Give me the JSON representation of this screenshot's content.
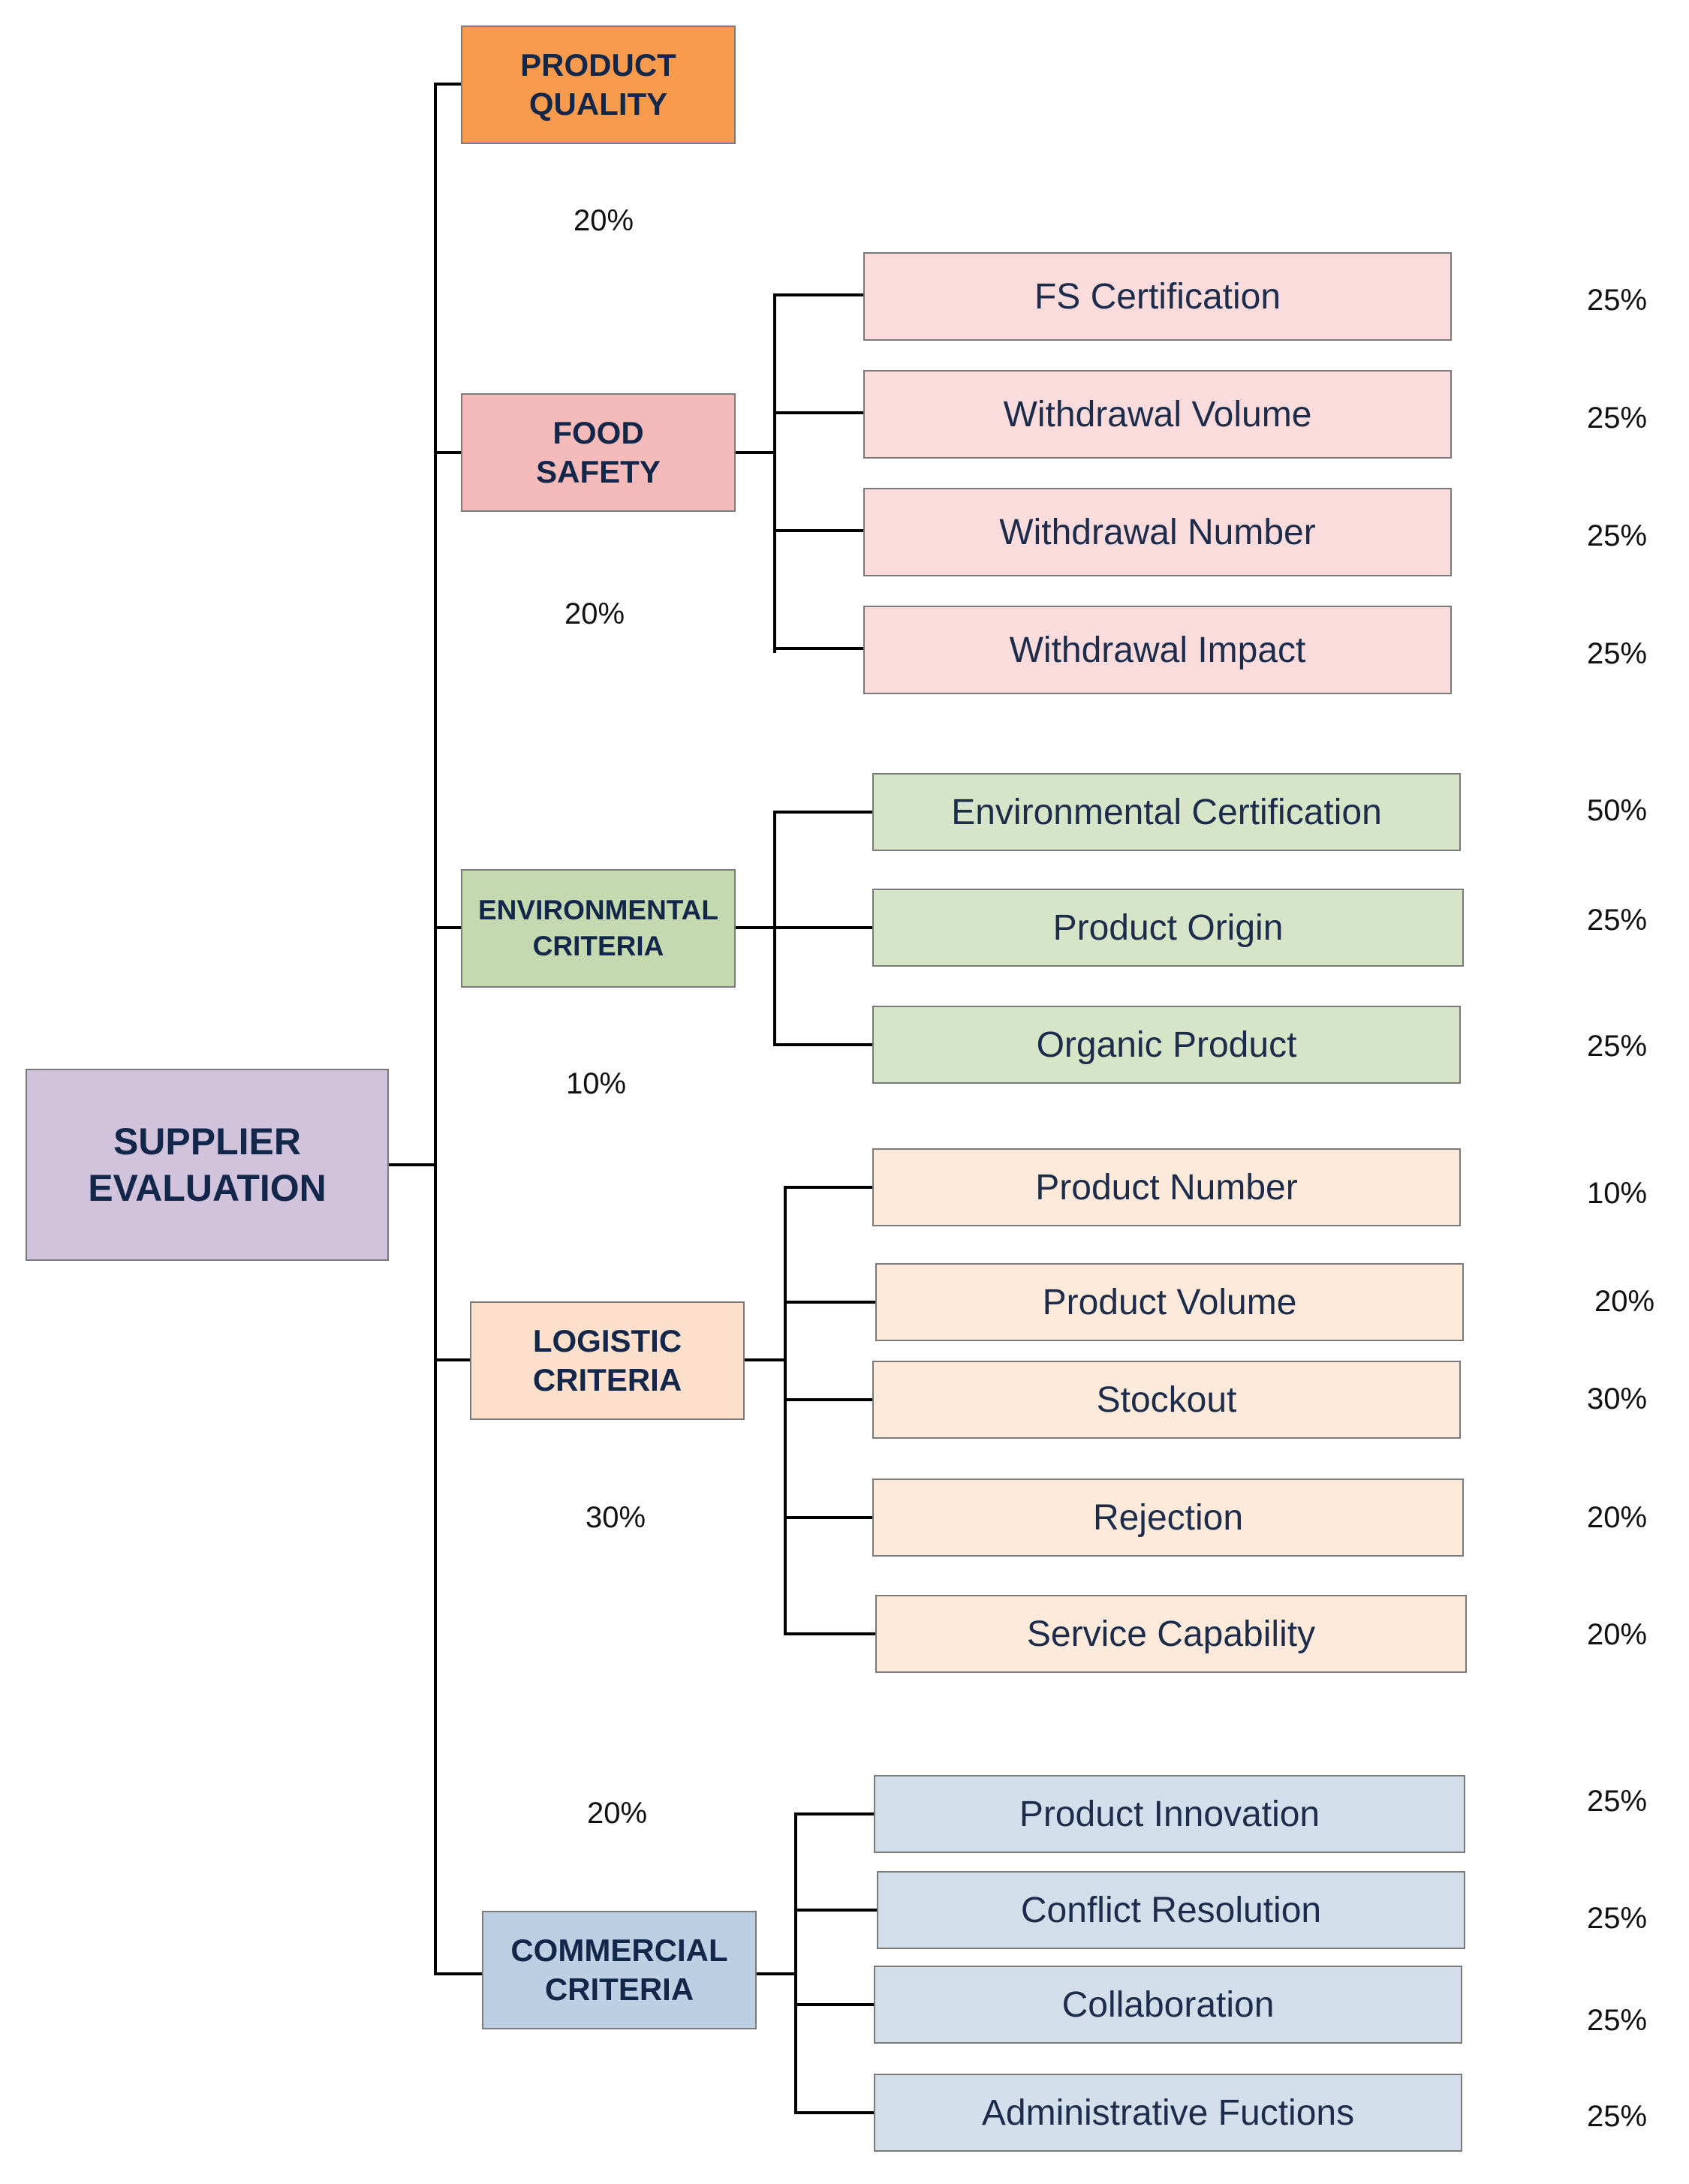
{
  "root": {
    "label": "SUPPLIER\nEVALUATION"
  },
  "criteria": [
    {
      "label": "PRODUCT\nQUALITY",
      "weight": "20%",
      "subcriteria": []
    },
    {
      "label": "FOOD\nSAFETY",
      "weight": "20%",
      "subcriteria": [
        {
          "label": "FS Certification",
          "weight": "25%"
        },
        {
          "label": "Withdrawal Volume",
          "weight": "25%"
        },
        {
          "label": "Withdrawal Number",
          "weight": "25%"
        },
        {
          "label": "Withdrawal Impact",
          "weight": "25%"
        }
      ]
    },
    {
      "label": "ENVIRONMENTAL\nCRITERIA",
      "weight": "10%",
      "subcriteria": [
        {
          "label": "Environmental Certification",
          "weight": "50%"
        },
        {
          "label": "Product Origin",
          "weight": "25%"
        },
        {
          "label": "Organic Product",
          "weight": "25%"
        }
      ]
    },
    {
      "label": "LOGISTIC\nCRITERIA",
      "weight": "30%",
      "subcriteria": [
        {
          "label": "Product Number",
          "weight": "10%"
        },
        {
          "label": "Product Volume",
          "weight": "20%"
        },
        {
          "label": "Stockout",
          "weight": "30%"
        },
        {
          "label": "Rejection",
          "weight": "20%"
        },
        {
          "label": "Service Capability",
          "weight": "20%"
        }
      ]
    },
    {
      "label": "COMMERCIAL\nCRITERIA",
      "weight": "20%",
      "subcriteria": [
        {
          "label": "Product Innovation",
          "weight": "25%"
        },
        {
          "label": "Conflict Resolution",
          "weight": "25%"
        },
        {
          "label": "Collaboration",
          "weight": "25%"
        },
        {
          "label": "Administrative Fuctions",
          "weight": "25%"
        }
      ]
    }
  ],
  "colors": {
    "line": "#000000",
    "border": "#7a7a7a",
    "root_fill": "#d2c3dd",
    "product_quality_fill": "#f89b4c",
    "food_safety_fill": "#f4bbba",
    "food_safety_sub_fill": "#f9dcdb",
    "environmental_fill": "#c5d9b0",
    "environmental_sub_fill": "#d6e5c8",
    "logistic_fill": "#fce0cc",
    "logistic_sub_fill": "#fdeadb",
    "commercial_fill": "#bdd0e3",
    "commercial_sub_fill": "#d2dfeb",
    "text": "#13274a"
  }
}
